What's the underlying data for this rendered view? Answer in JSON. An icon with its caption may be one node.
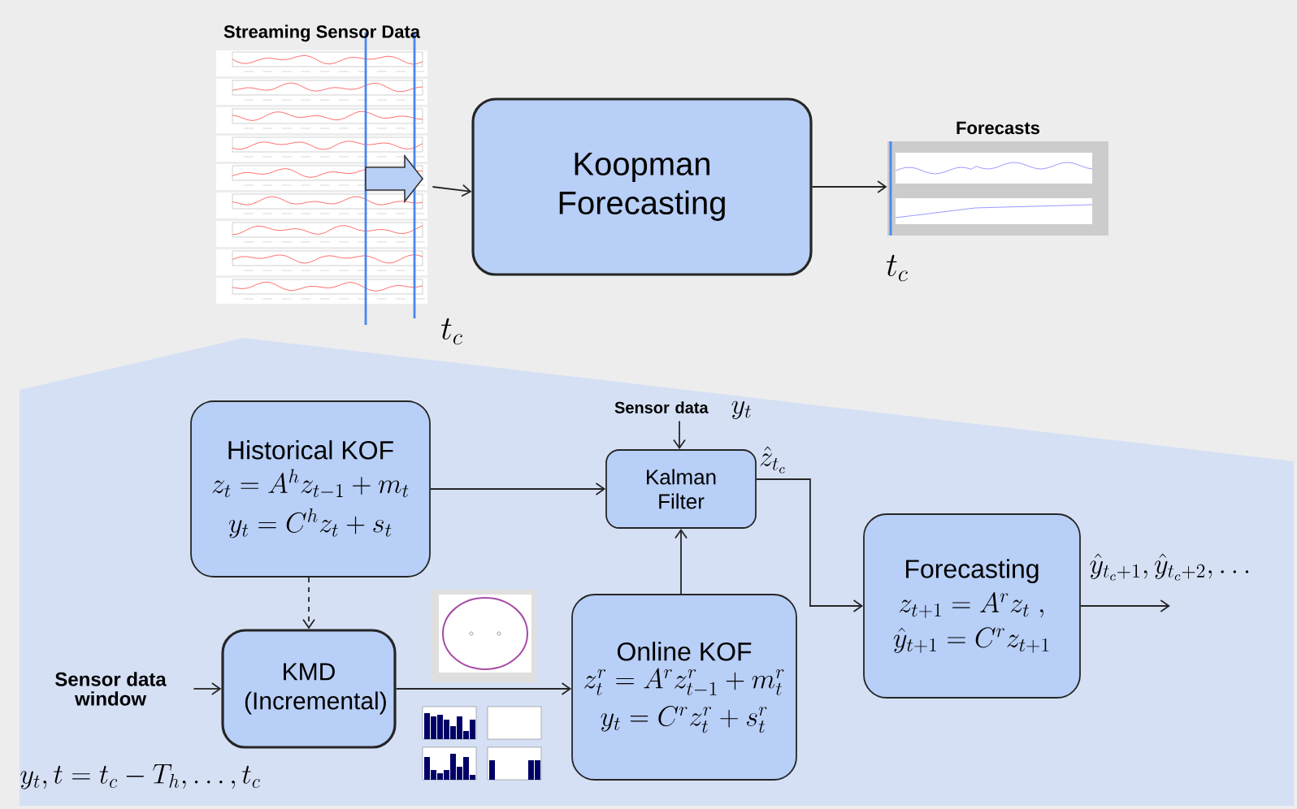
{
  "diagram": {
    "nodes": [
      {
        "text": [
          "Streaming Sensor Data"
        ],
        "beside": [
          "t_c"
        ]
      },
      {
        "text": [
          "Koopman Forecasting"
        ]
      },
      {
        "text": [
          "Forecasts"
        ],
        "beside": [
          "t_c"
        ]
      },
      {
        "text": [
          "Historical KOF",
          "z_t = A^h z_{t-1} + m_t",
          "y_t = C^h z_t + s_t"
        ]
      },
      {
        "text": [
          "Sensor data",
          "y_t"
        ]
      },
      {
        "text": [
          "Kalman Filter"
        ]
      },
      {
        "text": [
          "Forecasting",
          "z_{t+1} = A^r z_t\\ ,",
          "\\hat{y}_{t+1} = C^r z_{t+1}"
        ]
      },
      {
        "text": [
          "Sensor data window"
        ]
      },
      {
        "text": [
          "KMD (Incremental)"
        ]
      },
      {
        "text": [
          "Online KOF",
          "z^r_t = A^r z^r_{t-1} + m^r_t",
          "y_t = C^r z^r_t + s^r_t"
        ]
      }
    ],
    "edges": [
      {
        "from": 0,
        "to": 1,
        "arrow": "to"
      },
      {
        "from": 1,
        "to": 2,
        "arrow": "to"
      },
      {
        "from": 3,
        "to": 5,
        "arrow": "to"
      },
      {
        "from": 4,
        "to": 5,
        "arrow": "to"
      },
      {
        "from": 5,
        "to": 6,
        "arrow": "to",
        "label": "\\hat{z}_{t_c}"
      },
      {
        "from": 3,
        "to": 8,
        "arrow": "to",
        "style": "dashed"
      },
      {
        "from": 7,
        "to": 8,
        "arrow": "to"
      },
      {
        "from": 8,
        "to": 9,
        "arrow": "to"
      },
      {
        "from": 9,
        "to": 5,
        "arrow": "to"
      },
      {
        "from": 6,
        "to": null,
        "arrow": "to",
        "label": "\\hat{y}_{t_c+1}, \\hat{y}_{t_c+2}, \\ldots"
      }
    ],
    "labels": [
      "y_t, t = t_c - T_h, \\ldots, t_c"
    ]
  }
}
